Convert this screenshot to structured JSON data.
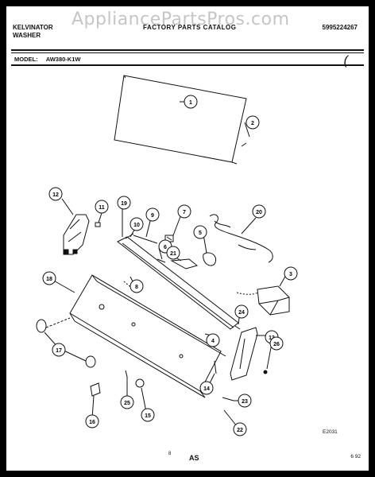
{
  "watermark": "AppliancePartsPros.com",
  "header": {
    "brand": "KELVINATOR",
    "product": "WASHER",
    "title": "FACTORY PARTS CATALOG",
    "catalog_number": "5995224267"
  },
  "model": {
    "label": "MODEL:",
    "value": "AW380-K1W"
  },
  "corner_mark": "(",
  "callouts": [
    "1",
    "2",
    "3",
    "4",
    "5",
    "6",
    "7",
    "8",
    "9",
    "10",
    "11",
    "12",
    "13",
    "14",
    "15",
    "16",
    "17",
    "18",
    "19",
    "20",
    "21",
    "22",
    "23",
    "24",
    "25",
    "26"
  ],
  "illustration_code": "E2031",
  "footer": {
    "page": "8",
    "code": "AS",
    "date": "6 92"
  }
}
